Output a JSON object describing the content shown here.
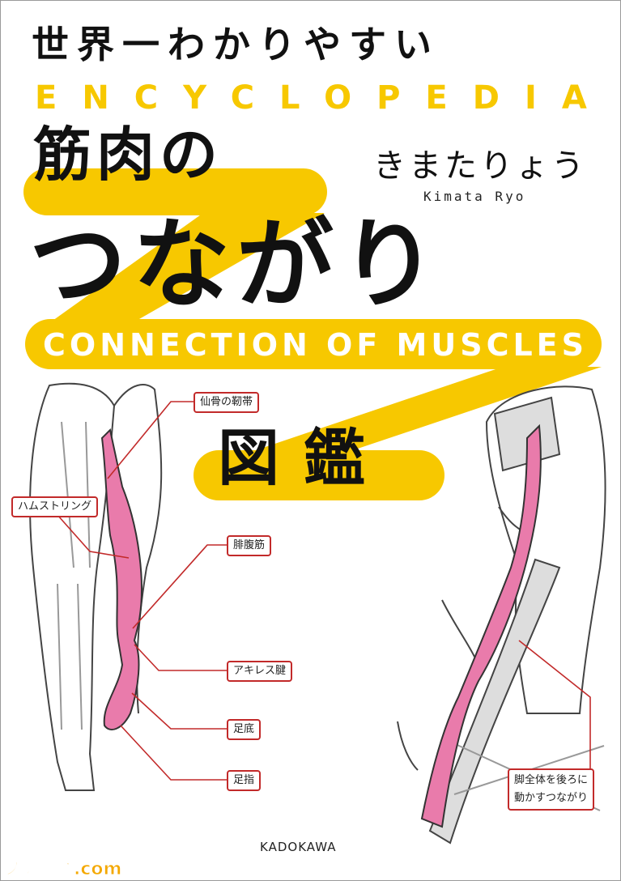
{
  "cover": {
    "tagline": "世界一わかりやすい",
    "series_en": "ENCYCLOPEDIA",
    "title_line1": "筋肉の",
    "title_line2": "つながり",
    "title_line3": "図鑑",
    "subtitle_en": "CONNECTION OF MUSCLES",
    "author": "きまたりょう",
    "author_en": "Kimata Ryo",
    "publisher": "KADOKAWA",
    "watermark": "ファミ通.com"
  },
  "labels": {
    "sacral_ligament": "仙骨の靭帯",
    "hamstring": "ハムストリング",
    "gastrocnemius": "腓腹筋",
    "achilles": "アキレス腱",
    "sole": "足底",
    "toes": "足指",
    "whole_leg_line1": "脚全体を後ろに",
    "whole_leg_line2": "動かすつながり"
  },
  "colors": {
    "accent_yellow": "#f7c800",
    "muscle_pink": "#e97bab",
    "leader_red": "#c22a2a",
    "text": "#111111"
  }
}
